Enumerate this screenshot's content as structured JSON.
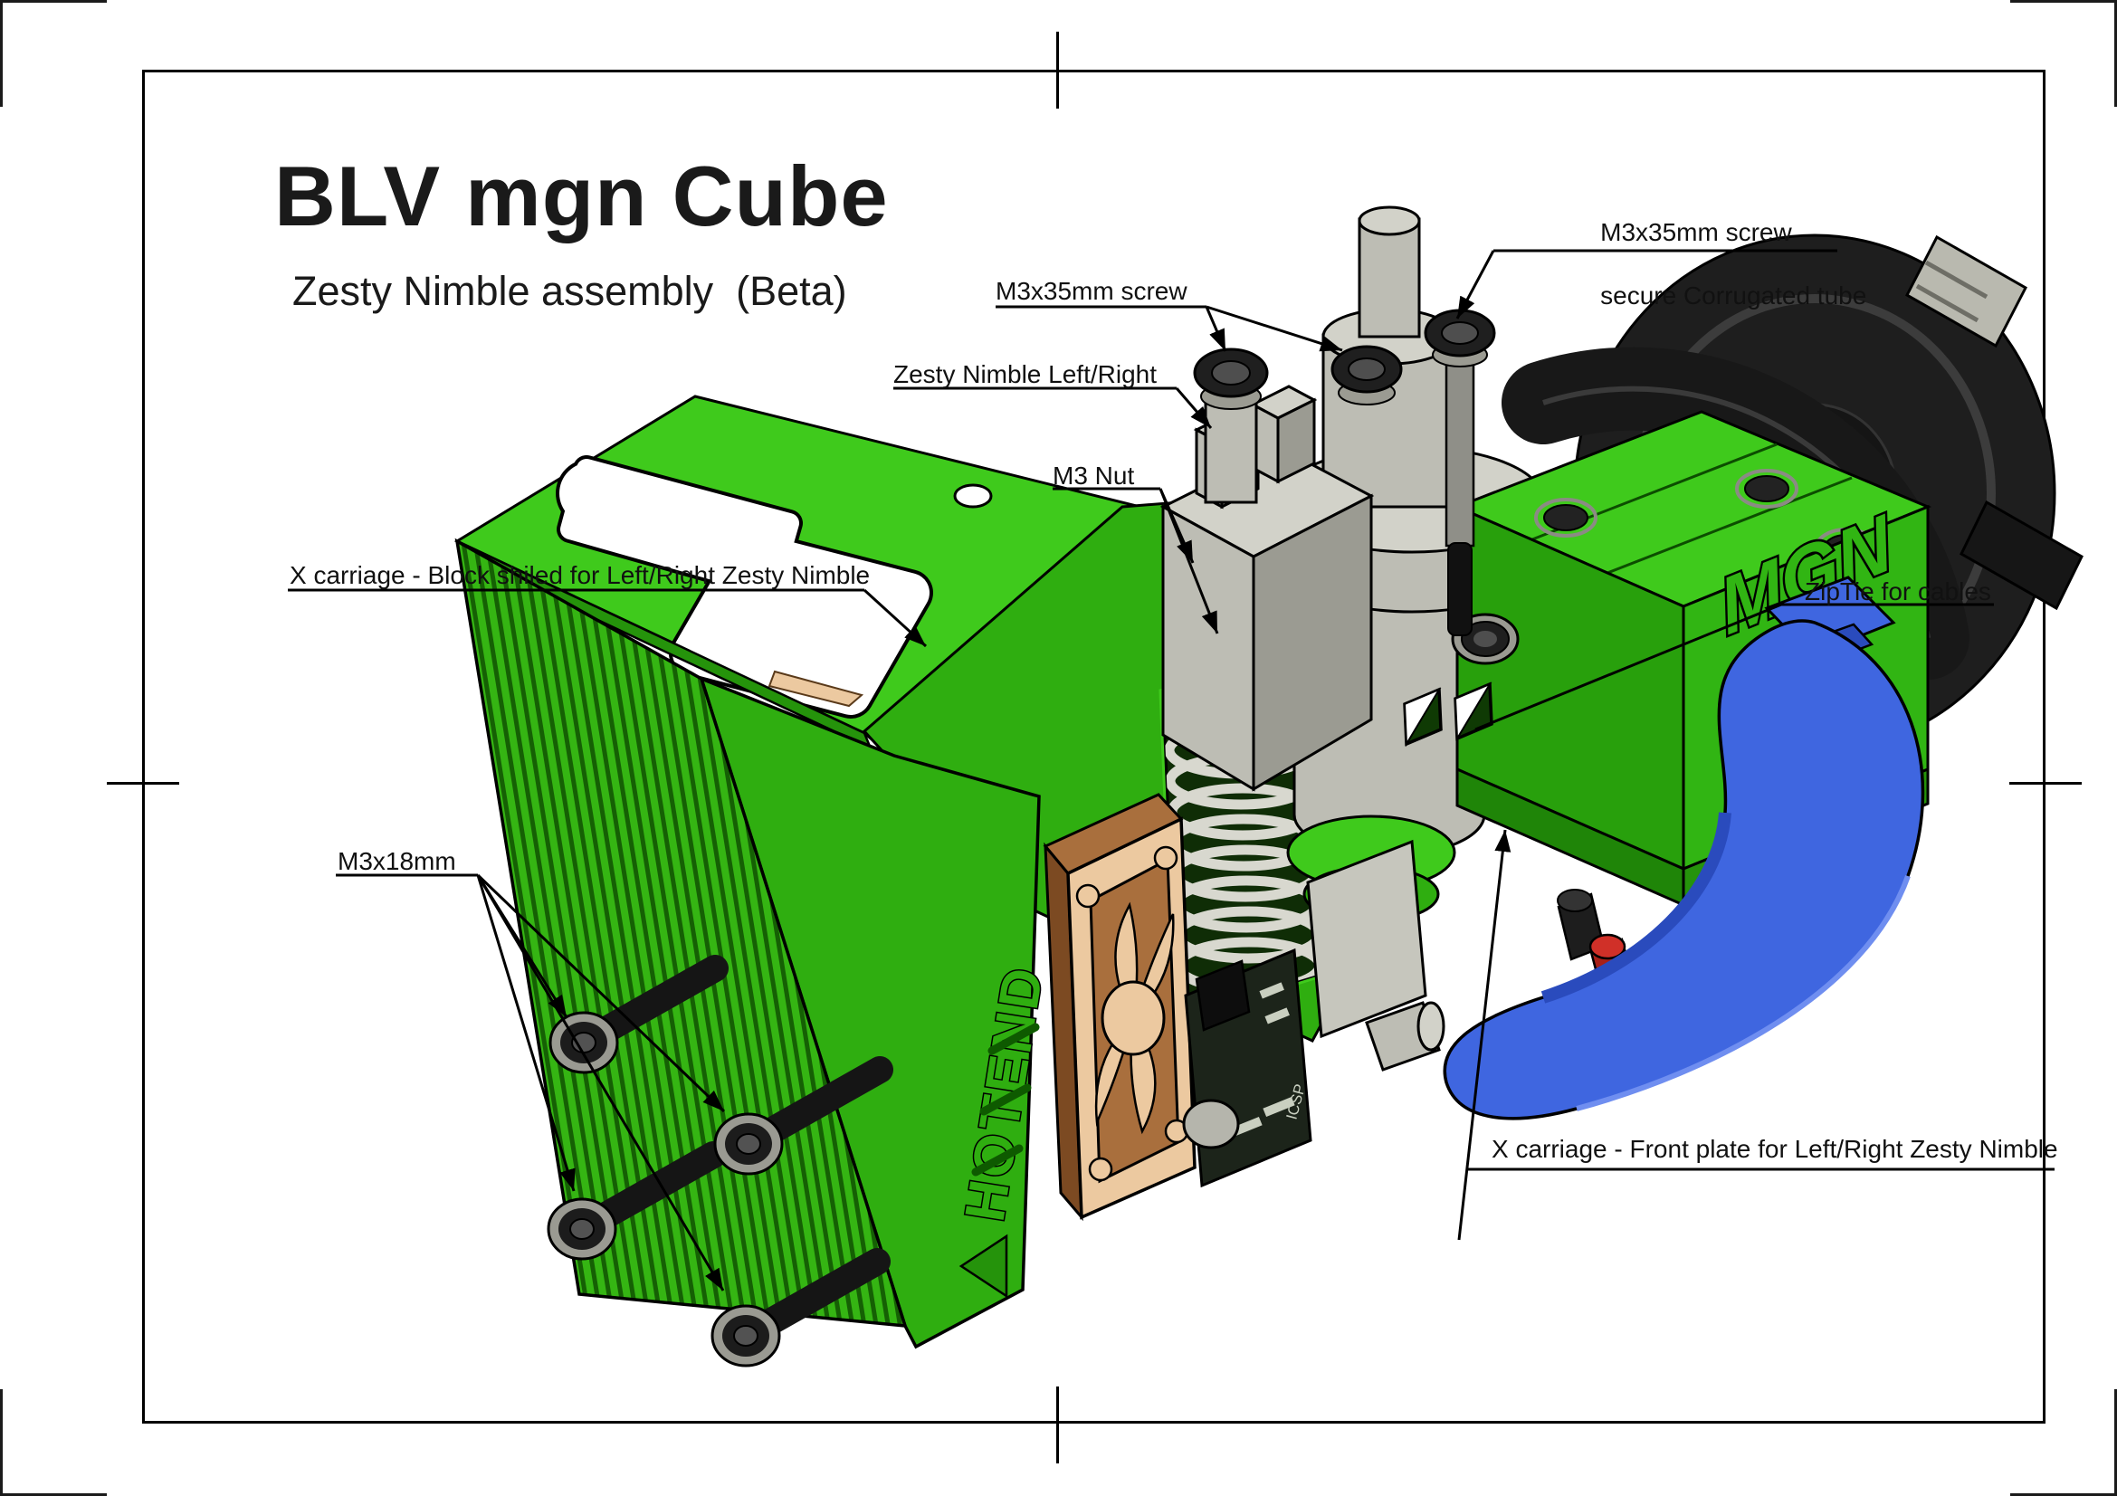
{
  "drawing": {
    "title": "BLV mgn Cube",
    "subtitle": "Zesty Nimble assembly  (Beta)",
    "callouts": {
      "m3x35_corrugated": {
        "line1": "M3x35mm screw",
        "line2": "secure Corrugated tube"
      },
      "m3x35_screw": "M3x35mm screw",
      "zesty_nimble": "Zesty Nimble Left/Right",
      "m3_nut": "M3 Nut",
      "block_shield": "X carriage - Block shiled for Left/Right Zesty Nimble",
      "ziptie": "ZipTie for cables",
      "m3x18": "M3x18mm",
      "front_plate": "X carriage - Front plate for Left/Right Zesty Nimble"
    },
    "model_labels": {
      "hotend": "HOTEND",
      "mgn": "MGN",
      "icsp": "ICSP"
    },
    "colors": {
      "part_green_bright": "#3FCA1C",
      "part_green": "#2FAE10",
      "part_green_dark": "#25930B",
      "part_gray": "#BDBDB4",
      "part_black": "#1E1E1E",
      "part_blue": "#3F66E0",
      "part_tan": "#ECC9A0",
      "part_red": "#D03028",
      "line": "#000000",
      "background": "#FFFFFF"
    }
  }
}
